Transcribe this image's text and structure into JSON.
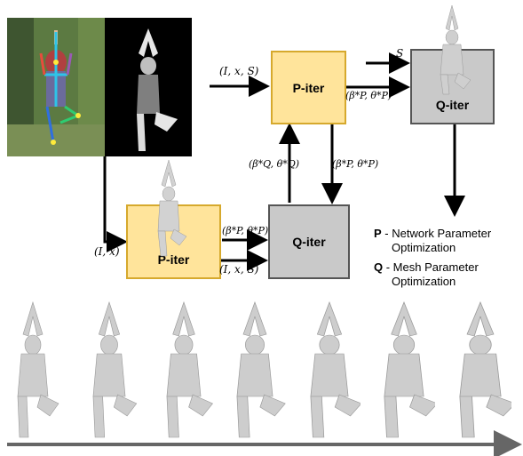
{
  "boxes": {
    "p_iter_top": "P-iter",
    "q_iter_top": "Q-iter",
    "p_iter_bottom": "P-iter",
    "q_iter_bottom": "Q-iter"
  },
  "edge_labels": {
    "input_top": "(I, x, S)",
    "s_label": "S",
    "beta_p_top": "(β*P, θ*P)",
    "beta_q_up": "(β*Q, θ*Q)",
    "beta_p_down": "(β*P, θ*P)",
    "input_bottom": "(I, x)",
    "beta_p_bottom": "(β*P, θ*P)",
    "input_bottom2": "(I, x, S)"
  },
  "legend": {
    "p_key": "P",
    "p_text": " - Network Parameter",
    "p_text2": "Optimization",
    "q_key": "Q",
    "q_text": " - Mesh Parameter",
    "q_text2": "Optimization"
  },
  "colors": {
    "p_fill": "#ffe49b",
    "p_border": "#d6a92d",
    "q_fill": "#c9c9c9",
    "q_border": "#555555",
    "mesh": "#c8c8c8",
    "timeline": "#666666"
  }
}
